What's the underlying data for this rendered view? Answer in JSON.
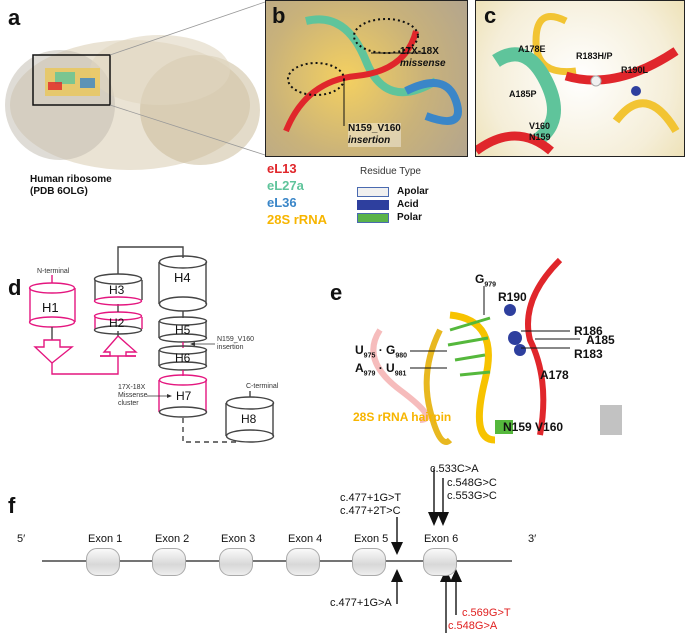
{
  "panel_labels": {
    "a": "a",
    "b": "b",
    "c": "c",
    "d": "d",
    "e": "e",
    "f": "f"
  },
  "panel_a": {
    "caption_line1": "Human ribosome",
    "caption_line2": "(PDB 6OLG)"
  },
  "panel_b": {
    "label_missense_1": "17X-18X",
    "label_missense_2": "missense",
    "label_insertion_1": "N159_V160",
    "label_insertion_2": "insertion"
  },
  "panel_c": {
    "labels": [
      "A178E",
      "R183H/P",
      "R190L",
      "A185P",
      "V160",
      "N159"
    ]
  },
  "legend": {
    "proteins": [
      {
        "name": "eL13",
        "color": "#e0262b"
      },
      {
        "name": "eL27a",
        "color": "#5fc49b"
      },
      {
        "name": "eL36",
        "color": "#3a86c8"
      },
      {
        "name": "28S rRNA",
        "color": "#f7b500"
      }
    ],
    "residue_title": "Residue Type",
    "residues": [
      {
        "name": "Apolar",
        "color": "#f0f0f0"
      },
      {
        "name": "Acid",
        "color": "#2e3f9e"
      },
      {
        "name": "Polar",
        "color": "#5ab34a"
      }
    ]
  },
  "panel_d": {
    "helices": [
      "H1",
      "H2",
      "H3",
      "H4",
      "H5",
      "H6",
      "H7",
      "H8"
    ],
    "n_terminal": "N-terminal",
    "c_terminal": "C-terminal",
    "insertion_1": "N159_V160",
    "insertion_2": "insertion",
    "missense_1": "17X-18X",
    "missense_2": "Missense",
    "missense_3": "cluster",
    "accent": "#e4167f"
  },
  "panel_e": {
    "g979_base": "G",
    "g979_sub": "979",
    "pair1": {
      "a": "U",
      "a_sub": "975",
      "b": "G",
      "b_sub": "980"
    },
    "pair2": {
      "a": "A",
      "a_sub": "979",
      "b": "U",
      "b_sub": "981"
    },
    "residues": [
      "R190",
      "R186",
      "A185",
      "R183",
      "A178"
    ],
    "hairpin": "28S rRNA hairpin",
    "bottom": "N159 V160"
  },
  "panel_f": {
    "five_prime": "5′",
    "three_prime": "3′",
    "exons": [
      "Exon 1",
      "Exon 2",
      "Exon 3",
      "Exon 4",
      "Exon 5",
      "Exon 6"
    ],
    "mutations_top_intron": [
      "c.477+1G>T",
      "c.477+2T>C"
    ],
    "mutations_top_exon6": [
      "c.533C>A",
      "c.548G>C",
      "c.553G>C"
    ],
    "mutation_bottom_intron": "c.477+1G>A",
    "mutations_bottom_exon6": [
      "c.569G>T",
      "c.548G>A"
    ]
  }
}
